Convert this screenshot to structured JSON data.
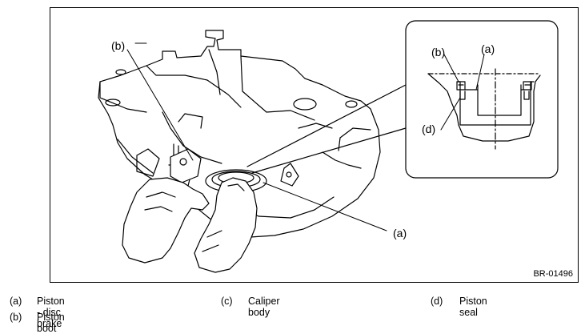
{
  "figure": {
    "code": "BR-01496",
    "callouts": {
      "main_b": "(b)",
      "main_a": "(a)",
      "inset_b": "(b)",
      "inset_a": "(a)",
      "inset_d": "(d)"
    }
  },
  "legend": [
    {
      "key": "(a)",
      "text": "Piston - disc brake"
    },
    {
      "key": "(b)",
      "text": "Piston boot"
    },
    {
      "key": "(c)",
      "text": "Caliper body"
    },
    {
      "key": "(d)",
      "text": "Piston seal"
    }
  ]
}
